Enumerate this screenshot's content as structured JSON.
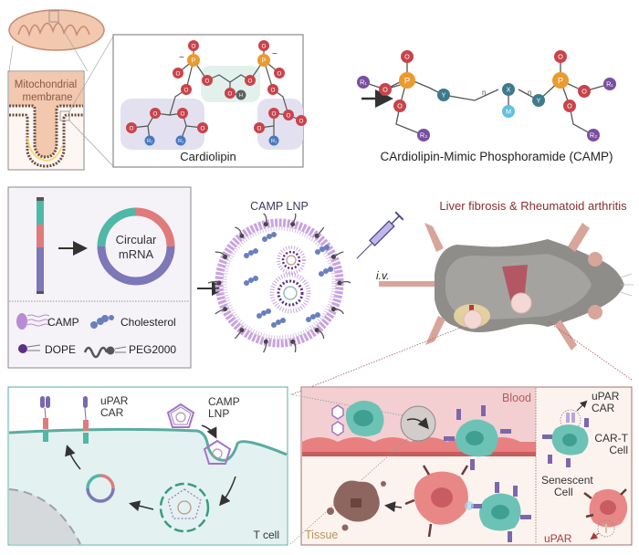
{
  "colors": {
    "oxygen": "#c9434b",
    "phosphorus": "#ec9a2c",
    "hydrogen": "#5f6264",
    "r_blue": "#4a78c0",
    "r_purple": "#7a4ea0",
    "y_teal": "#3d7a8c",
    "m_cyan": "#62bfe0",
    "mito_fill": "#f2c8ae",
    "mito_stroke": "#c58a72",
    "lipid_head": "#6b4a3e",
    "tail_box": "#e3e1ef",
    "glycerol_box": "#e2f1ec",
    "rna_teal": "#4fb8a6",
    "rna_red": "#e07b7b",
    "rna_purple": "#7d78b8",
    "lnp_purple": "#9a6cc0",
    "mouse_gray": "#8e8d8a",
    "mouse_pink": "#d8a59a",
    "liver_red": "#b64f5d",
    "title_red": "#8a2e30",
    "tcell_bg": "#e3f1f1",
    "tcell_border": "#5aaca0",
    "blood_bg": "#f3cfd1",
    "tissue_bg": "#fdf3ee",
    "cart_teal": "#6cc3b5",
    "senescent_red": "#e98787",
    "debris_brown": "#8e6660",
    "car_purple": "#7c67ad"
  },
  "top": {
    "mito_label_line1": "Mitochondrial",
    "mito_label_line2": "membrane",
    "cardiolipin_title": "Cardiolipin",
    "camp_title": "CArdiolipin-Mimic Phosphoramide (CAMP)",
    "atoms": {
      "O": "O",
      "P": "P",
      "H": "H",
      "R1": "R₁",
      "R2": "R₂",
      "X": "X",
      "Y": "Y",
      "M": "M",
      "n": "n",
      "minus": "−"
    }
  },
  "middle": {
    "circular_mrna_line1": "Circular",
    "circular_mrna_line2": "mRNA",
    "legend": [
      {
        "name": "CAMP"
      },
      {
        "name": "Cholesterol"
      },
      {
        "name": "DOPE"
      },
      {
        "name": "PEG2000"
      }
    ],
    "lnp_title": "CAMP LNP",
    "iv_label": "i.v.",
    "disease_title": "Liver fibrosis & Rheumatoid arthritis"
  },
  "bottom": {
    "upar_car_line1": "uPAR",
    "upar_car_line2": "CAR",
    "camp_lnp_line1": "CAMP",
    "camp_lnp_line2": "LNP",
    "t_cell": "T cell",
    "blood": "Blood",
    "tissue": "Tissue",
    "legend_upar_car_line1": "uPAR",
    "legend_upar_car_line2": "CAR",
    "cart_cell_line1": "CAR-T",
    "cart_cell_line2": "Cell",
    "senescent_line1": "Senescent",
    "senescent_line2": "Cell",
    "upar": "uPAR"
  }
}
